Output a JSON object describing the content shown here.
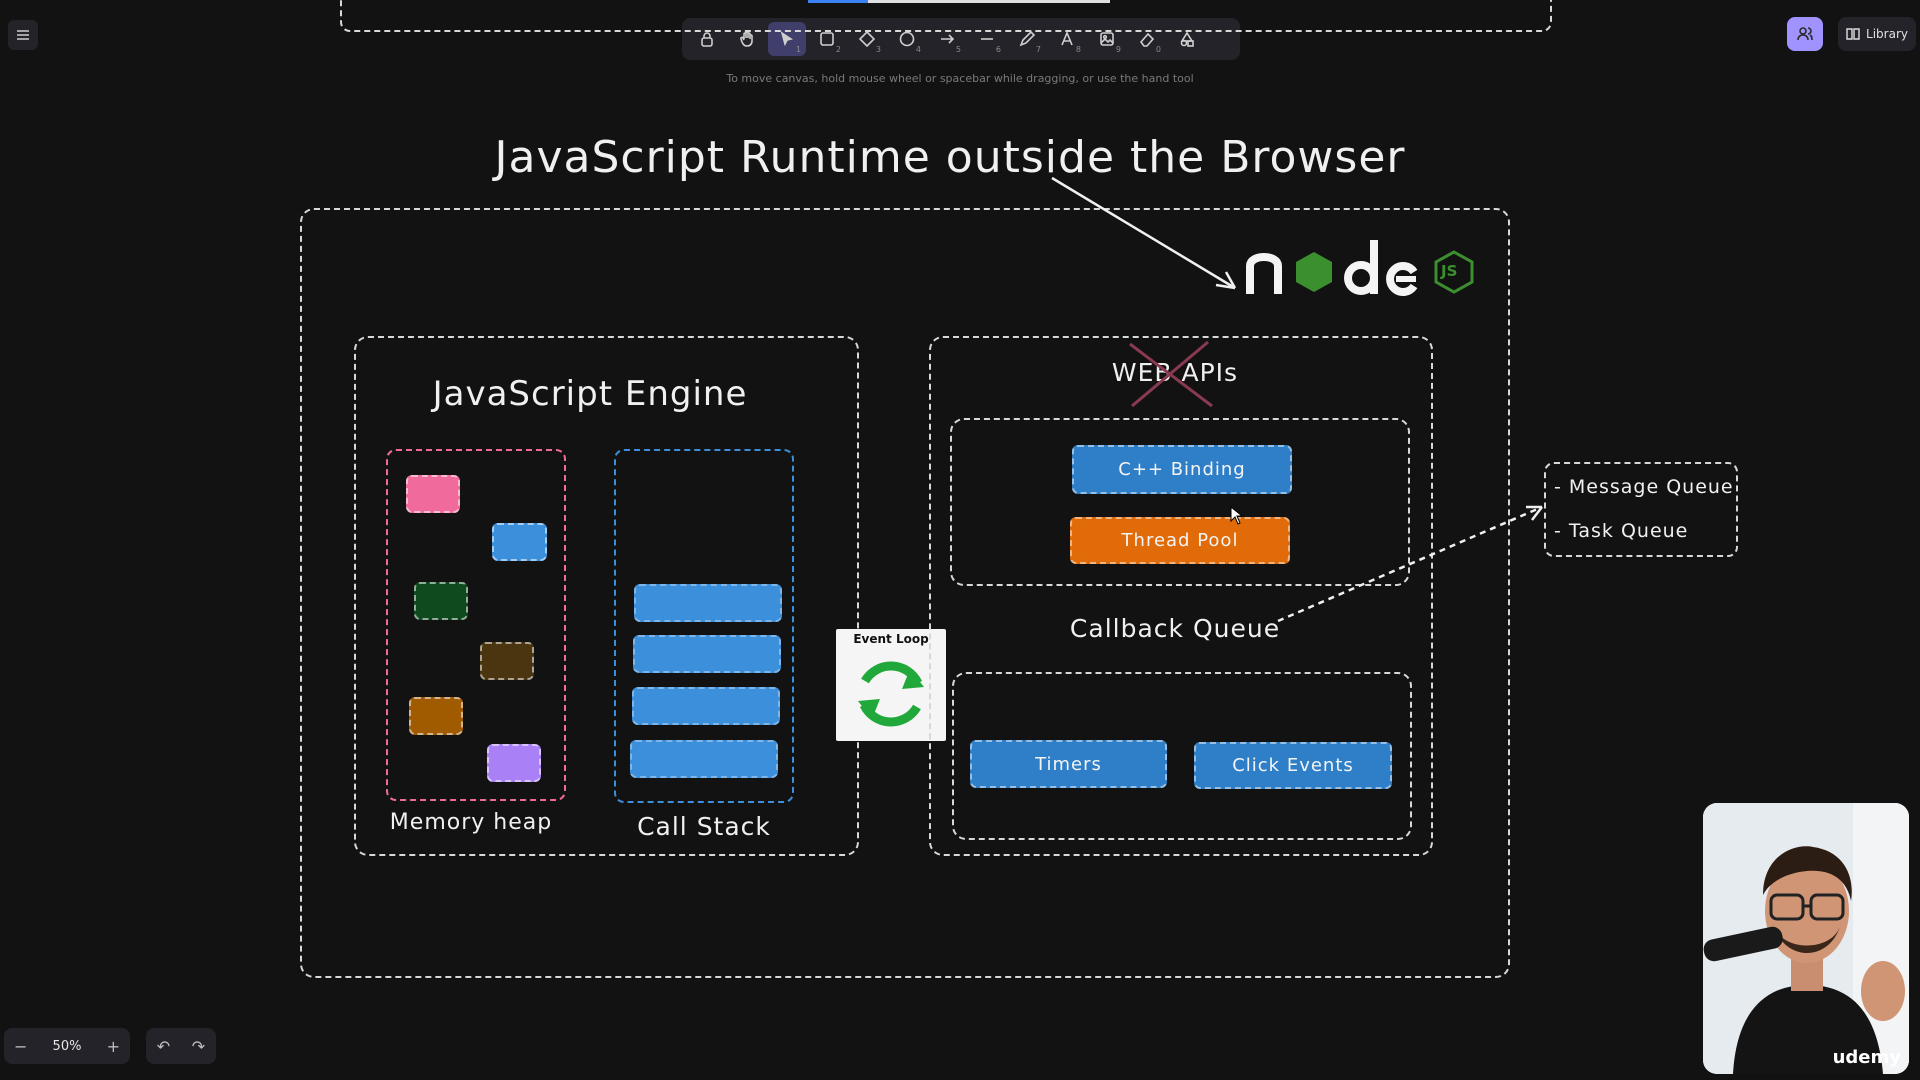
{
  "toolbar": {
    "hint": "To move canvas, hold mouse wheel or spacebar while dragging, or use the hand tool",
    "tools": [
      {
        "name": "lock-tool",
        "key": ""
      },
      {
        "name": "hand-tool",
        "key": ""
      },
      {
        "name": "selection-tool",
        "key": "1"
      },
      {
        "name": "rectangle-tool",
        "key": "2"
      },
      {
        "name": "diamond-tool",
        "key": "3"
      },
      {
        "name": "ellipse-tool",
        "key": "4"
      },
      {
        "name": "arrow-tool",
        "key": "5"
      },
      {
        "name": "line-tool",
        "key": "6"
      },
      {
        "name": "draw-tool",
        "key": "7"
      },
      {
        "name": "text-tool",
        "key": "8"
      },
      {
        "name": "image-tool",
        "key": "9"
      },
      {
        "name": "eraser-tool",
        "key": "0"
      },
      {
        "name": "extra-tools",
        "key": ""
      }
    ]
  },
  "header": {
    "library_label": "Library"
  },
  "footer": {
    "zoom_level": "50%",
    "zoom_out": "−",
    "zoom_in": "+"
  },
  "canvas": {
    "title": "JavaScript Runtime outside the Browser",
    "node_logo_text": "node",
    "node_logo_badge": "JS",
    "engine_title": "JavaScript Engine",
    "memory_heap_label": "Memory heap",
    "call_stack_label": "Call Stack",
    "web_apis_title": "WEB APIs",
    "cpp_binding": "C++ Binding",
    "thread_pool": "Thread Pool",
    "callback_queue_label": "Callback Queue",
    "timers": "Timers",
    "click_events": "Click Events",
    "event_loop_label": "Event Loop",
    "queue_note_1": "- Message Queue",
    "queue_note_2": "- Task Queue"
  },
  "memory_heap_colors": [
    "#f06b9b",
    "#3b8fdb",
    "#0f4a1e",
    "#4a3510",
    "#a05a00",
    "#a980f5"
  ],
  "colors": {
    "accent": "#403e6a",
    "cpp_binding": "#2f7fc8",
    "thread_pool": "#e16b08",
    "blue_blocks": "#3b8fdb",
    "node_green": "#3c8f2f",
    "event_loop_green": "#20a93a"
  },
  "watermark": "udemy"
}
